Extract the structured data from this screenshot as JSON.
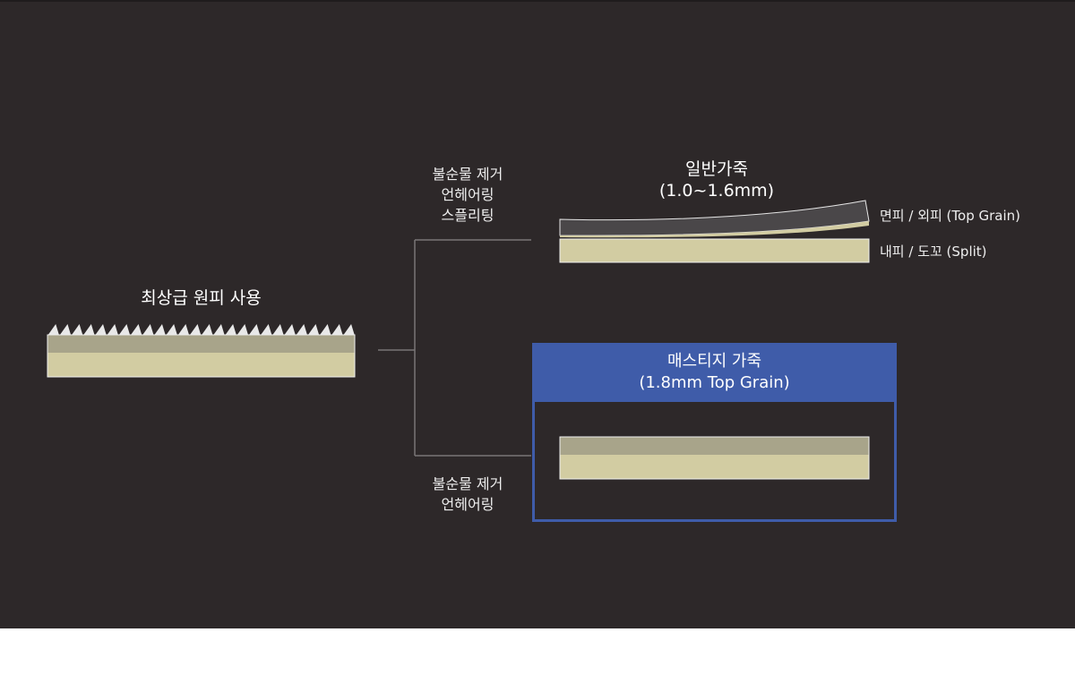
{
  "colors": {
    "background": "#2d2829",
    "grain_layer": "#a8a48a",
    "split_layer": "#d2cca2",
    "top_grain_dark": "#4a4749",
    "accent_blue": "#3f5ca9",
    "connector": "#7a7677"
  },
  "source": {
    "title": "최상급 원피 사용"
  },
  "upper_branch": {
    "process_lines": [
      "불순물 제거",
      "언헤어링",
      "스플리팅"
    ],
    "result_title": "일반가죽",
    "result_spec": "(1.0~1.6mm)",
    "layer_top_label": "면피 / 외피 (Top Grain)",
    "layer_bottom_label": "내피 / 도꼬 (Split)"
  },
  "lower_branch": {
    "process_lines": [
      "불순물 제거",
      "언헤어링"
    ],
    "result_title": "매스티지 가죽",
    "result_spec": "(1.8mm Top Grain)"
  }
}
